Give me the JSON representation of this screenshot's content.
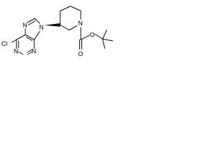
{
  "atoms": {
    "cl": "Cl",
    "n7": "N",
    "n9": "N",
    "n1": "N",
    "n3": "N",
    "n_pip": "N",
    "o_carbonyl": "O",
    "o_ester": "O"
  },
  "colors": {
    "bond": "#000000",
    "background": "#ffffff"
  }
}
